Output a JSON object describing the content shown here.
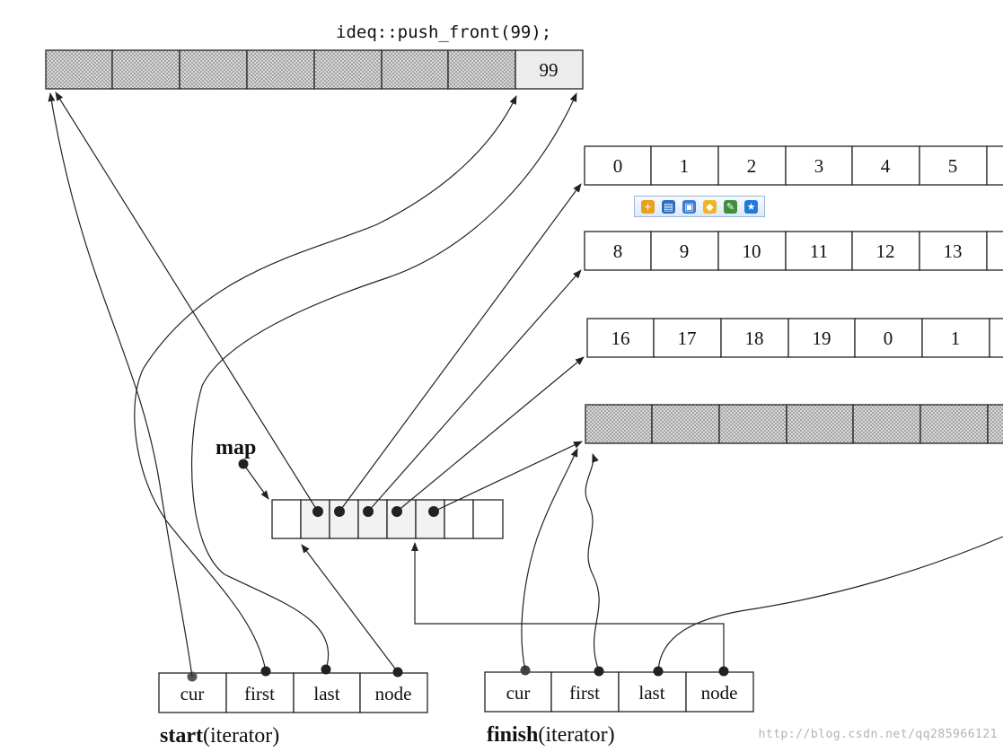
{
  "code_caption": "ideq::push_front(99);",
  "top_buffer": [
    "",
    "",
    "",
    "",
    "",
    "",
    "",
    "99"
  ],
  "buffers": [
    [
      "0",
      "1",
      "2",
      "3",
      "4",
      "5"
    ],
    [
      "8",
      "9",
      "10",
      "11",
      "12",
      "13"
    ],
    [
      "16",
      "17",
      "18",
      "19",
      "0",
      "1"
    ],
    [
      "",
      "",
      "",
      "",
      "",
      ""
    ]
  ],
  "map_label": "map",
  "start_iterator": {
    "fields": [
      "cur",
      "first",
      "last",
      "node"
    ],
    "name": "start",
    "type": "(iterator)"
  },
  "finish_iterator": {
    "fields": [
      "cur",
      "first",
      "last",
      "node"
    ],
    "name": "finish",
    "type": "(iterator)"
  },
  "toolbar_icons": [
    "add-icon",
    "save-icon",
    "screen-icon",
    "tag-icon",
    "image-edit-icon",
    "favorite-icon"
  ],
  "toolbar_glyphs": [
    "+",
    "▤",
    "▣",
    "◆",
    "✎",
    "★"
  ],
  "watermark": "http://blog.csdn.net/qq285966121",
  "colors": {
    "line": "#222222",
    "hatch": "#9a9a9a",
    "watermark": "#b3b3b3"
  }
}
